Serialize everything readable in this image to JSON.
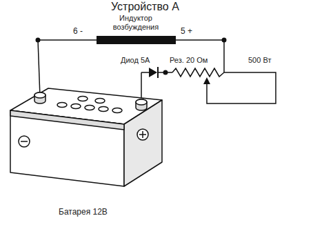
{
  "diagram": {
    "title": "Устройство А",
    "labels": [
      "Индуктор возбуждения",
      "6 -",
      "5 +",
      "Диод 5А",
      "Рез. 20 Ом",
      "500 Вт",
      "Батарея 12В"
    ]
  }
}
